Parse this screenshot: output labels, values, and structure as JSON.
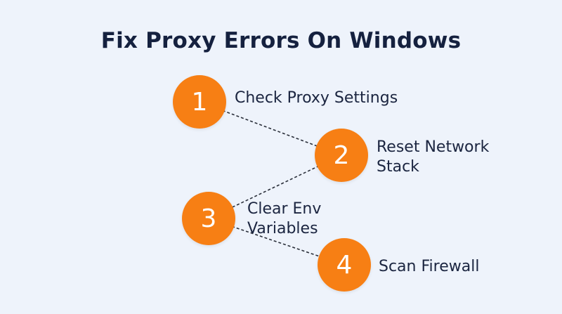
{
  "title": "Fix Proxy Errors On Windows",
  "accent_color": "#f77f14",
  "steps": [
    {
      "number": "1",
      "label": "Check Proxy Settings"
    },
    {
      "number": "2",
      "label": "Reset Network\nStack"
    },
    {
      "number": "3",
      "label": "Clear Env\nVariables"
    },
    {
      "number": "4",
      "label": "Scan Firewall"
    }
  ]
}
